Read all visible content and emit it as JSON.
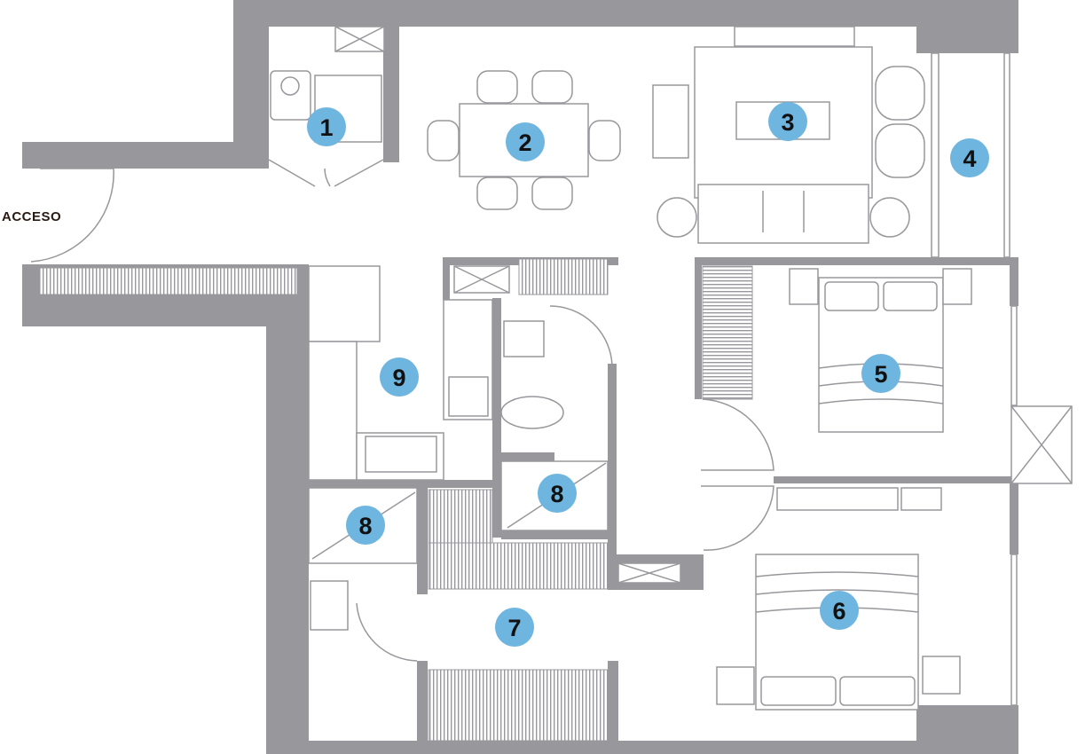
{
  "plan": {
    "entrance_label": "ACCESO",
    "rooms": [
      {
        "number": "1"
      },
      {
        "number": "2"
      },
      {
        "number": "3"
      },
      {
        "number": "4"
      },
      {
        "number": "5"
      },
      {
        "number": "6"
      },
      {
        "number": "7"
      },
      {
        "number": "8"
      },
      {
        "number": "8"
      },
      {
        "number": "9"
      }
    ]
  },
  "colors": {
    "wall": "#98979c",
    "marker": "#6eb5df",
    "label": "#2a1a12"
  }
}
